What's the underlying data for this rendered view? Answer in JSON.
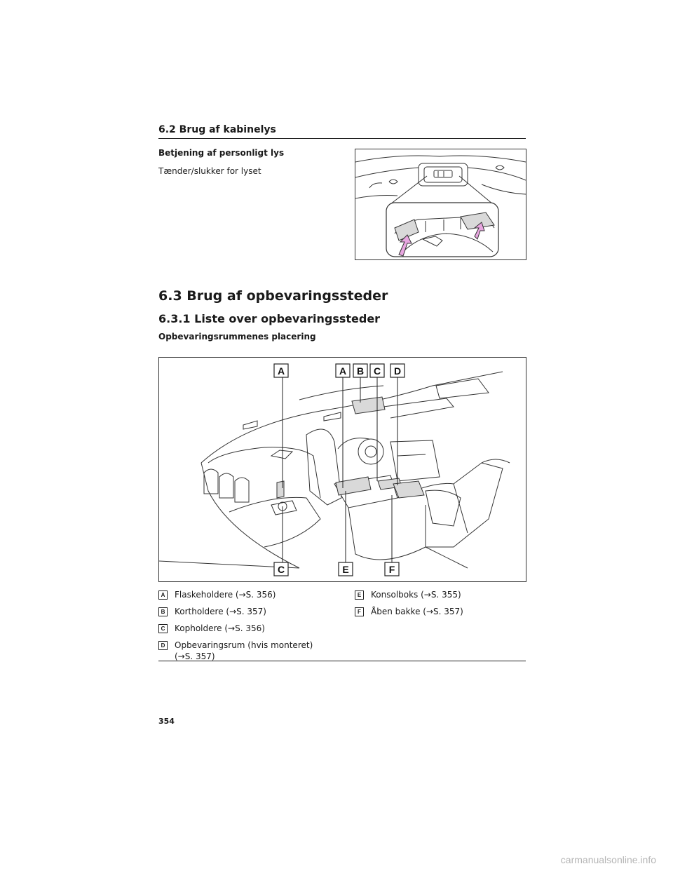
{
  "header": {
    "section": "6.2  Brug af kabinelys"
  },
  "personal_light": {
    "heading": "Betjening af personligt lys",
    "text": "Tænder/slukker for lyset"
  },
  "storage": {
    "title": "6.3  Brug af opbevaringssteder",
    "subtitle": "6.3.1  Liste over opbevaringssteder",
    "heading": "Opbevaringsrummenes placering",
    "callouts": {
      "a_left": "A",
      "a_top": "A",
      "b": "B",
      "c_top": "C",
      "d": "D",
      "c_bottom": "C",
      "e": "E",
      "f": "F"
    },
    "legend_left": [
      {
        "letter": "A",
        "text": "Flaskeholdere (→S. 356)"
      },
      {
        "letter": "B",
        "text": "Kortholdere (→S. 357)"
      },
      {
        "letter": "C",
        "text": "Kopholdere (→S. 356)"
      },
      {
        "letter": "D",
        "text": "Opbevaringsrum (hvis monteret)\n(→S. 357)"
      }
    ],
    "legend_right": [
      {
        "letter": "E",
        "text": "Konsolboks (→S. 355)"
      },
      {
        "letter": "F",
        "text": "Åben bakke (→S. 357)"
      }
    ]
  },
  "page_number": "354",
  "watermark": "carmanualsonline.info",
  "colors": {
    "arrow_pink": "#e8a6e0",
    "panel_gray": "#d9d9d9",
    "line": "#333333"
  }
}
